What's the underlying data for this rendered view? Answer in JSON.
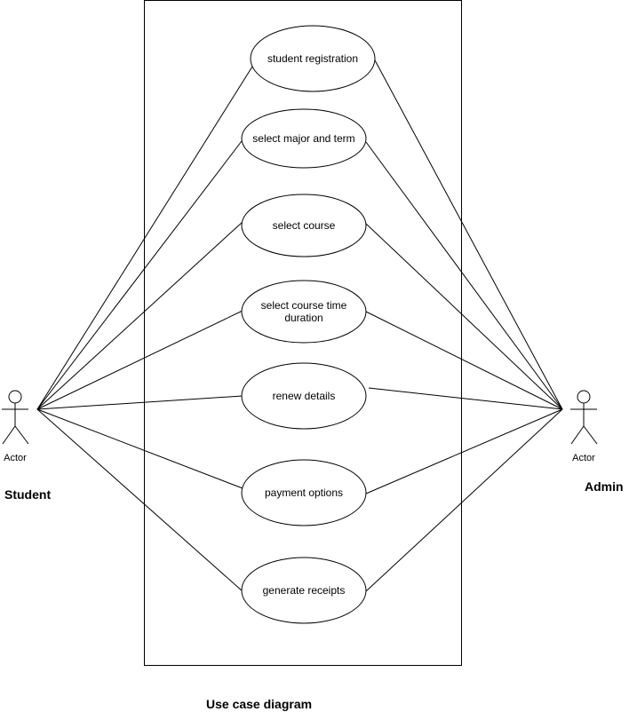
{
  "diagram": {
    "title": "Use case diagram"
  },
  "actors": {
    "student": {
      "caption": "Actor",
      "name": "Student"
    },
    "admin": {
      "caption": "Actor",
      "name": "Admin"
    }
  },
  "use_cases": [
    {
      "lines": [
        "student registration"
      ]
    },
    {
      "lines": [
        "select major and term"
      ]
    },
    {
      "lines": [
        "select course"
      ]
    },
    {
      "lines": [
        "select course time",
        "duration"
      ]
    },
    {
      "lines": [
        "renew details"
      ]
    },
    {
      "lines": [
        "payment options"
      ]
    },
    {
      "lines": [
        "generate receipts"
      ]
    }
  ],
  "colors": {
    "stroke": "#000000",
    "background": "#ffffff"
  }
}
